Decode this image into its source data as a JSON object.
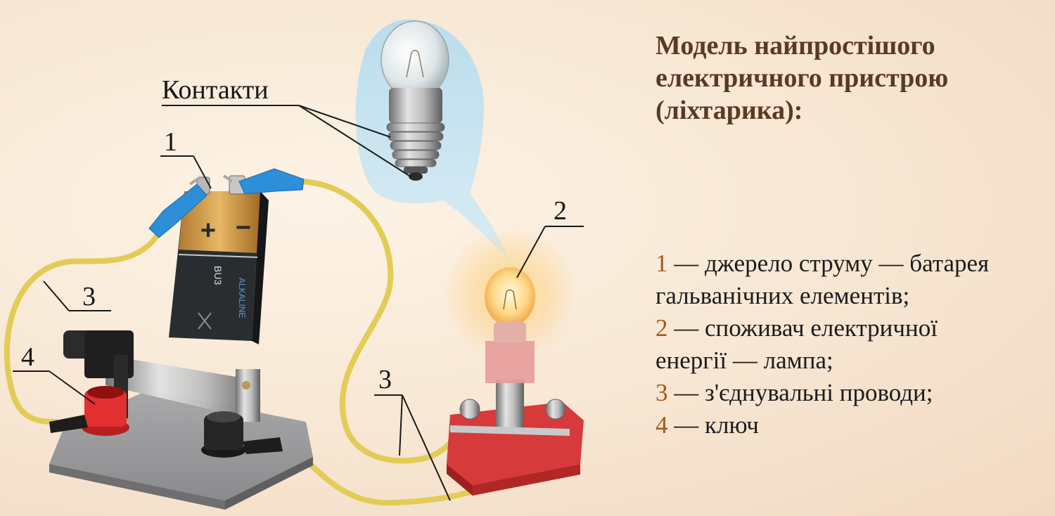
{
  "title_lines": [
    "Модель найпростішого",
    "електричного пристрою",
    "(ліхтарика):"
  ],
  "labels": {
    "contacts": "Контакти",
    "battery": "1",
    "lamp": "2",
    "wire_left": "3",
    "wire_right": "3",
    "key": "4",
    "battery_plus": "+",
    "battery_minus": "−",
    "battery_code": "BU3",
    "battery_brand": "ALKALINE"
  },
  "legend": [
    {
      "num": "1",
      "text": " — джерело струму — батарея"
    },
    {
      "num": "",
      "text": "гальванічних елементів;"
    },
    {
      "num": "2",
      "text": " — споживач електричної"
    },
    {
      "num": "",
      "text": "енергії — лампа;"
    },
    {
      "num": "3",
      "text": " — з'єднувальні проводи;"
    },
    {
      "num": "4",
      "text": " — ключ"
    }
  ],
  "colors": {
    "title": "#5a3a24",
    "legend_number": "#a45a17",
    "wire": "#e6cf5a",
    "clip": "#2c8fd8",
    "lamp_base": "#d63a3a"
  }
}
